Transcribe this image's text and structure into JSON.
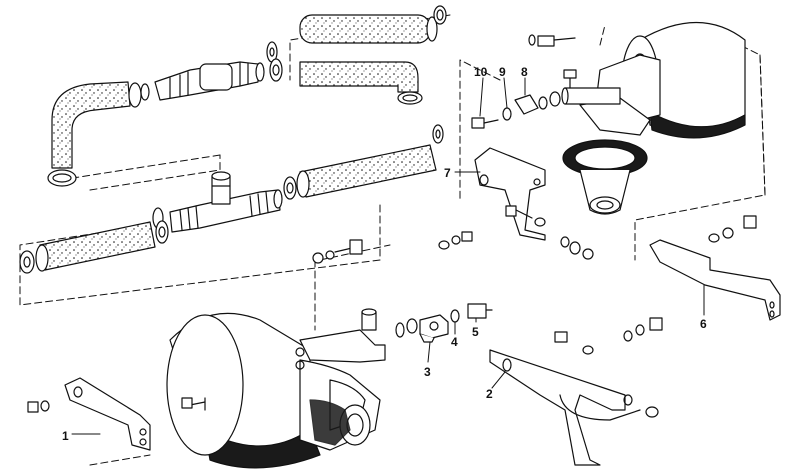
{
  "diagram": {
    "callouts": [
      "1",
      "2",
      "3",
      "4",
      "5",
      "6",
      "7",
      "8",
      "9",
      "10"
    ]
  },
  "colors": {
    "ink": "#111111",
    "paper": "#ffffff",
    "shade": "#1a1a1a"
  },
  "icons": [
    "brake-booster-icon",
    "vacuum-hose-icon",
    "check-valve-icon",
    "hose-clamp-icon",
    "mounting-bracket-icon",
    "bolt-icon",
    "washer-icon",
    "nut-icon",
    "gasket-icon"
  ]
}
